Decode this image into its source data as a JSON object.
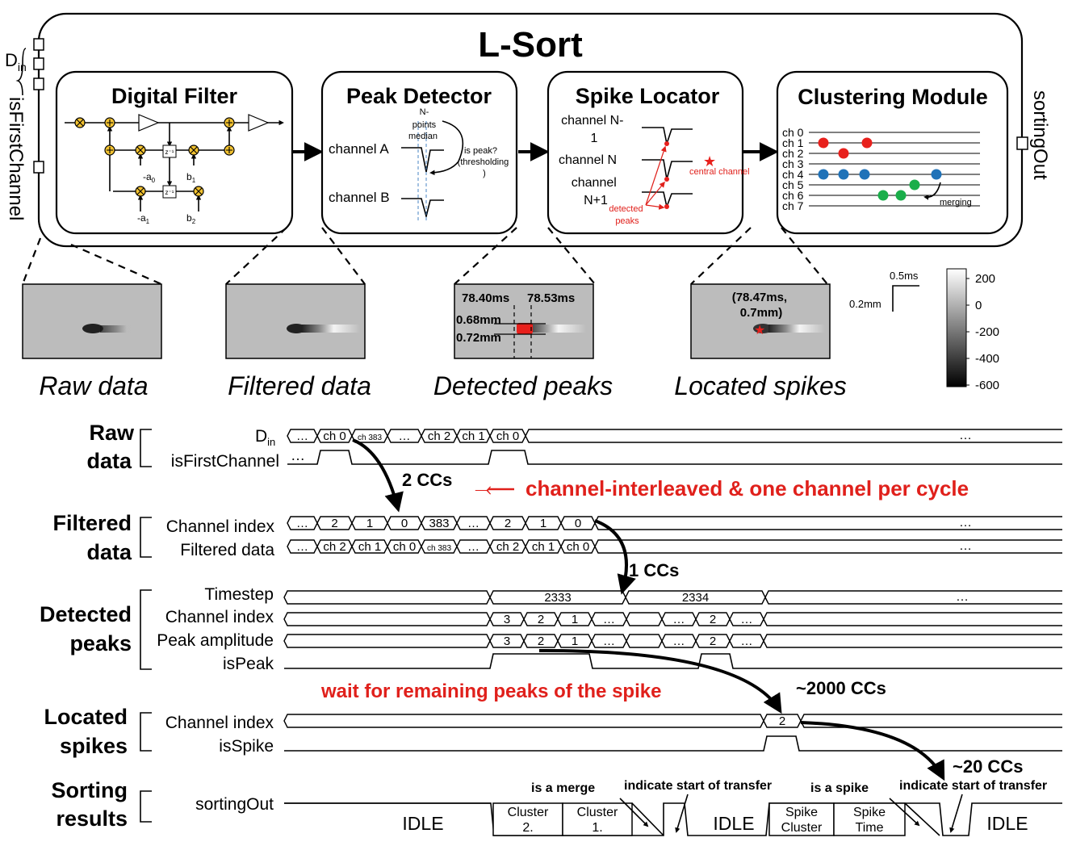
{
  "title": "L-Sort",
  "ports": {
    "din": "D",
    "din_sub": "in",
    "first": "isFirstChannel",
    "out": "sortingOut"
  },
  "modules": {
    "filter": {
      "title": "Digital Filter",
      "coef_a0": "-a",
      "coef_a0_sub": "0",
      "coef_a1": "-a",
      "coef_a1_sub": "1",
      "coef_b1": "b",
      "coef_b1_sub": "1",
      "coef_b2": "b",
      "coef_b2_sub": "2",
      "delay": "z⁻¹"
    },
    "peak": {
      "title": "Peak Detector",
      "chan_a": "channel A",
      "chan_b": "channel B",
      "median_1": "N-",
      "median_2": "points",
      "median_3": "median",
      "ispeak_1": "is peak?",
      "ispeak_2": "(thresholding",
      "ispeak_3": ")"
    },
    "locator": {
      "title": "Spike Locator",
      "chan_nm1_a": "channel N-",
      "chan_nm1_b": "1",
      "chan_n": "channel N",
      "chan_np1_a": "channel",
      "chan_np1_b": "N+1",
      "central": "central channel",
      "detected_1": "detected",
      "detected_2": "peaks"
    },
    "cluster": {
      "title": "Clustering Module",
      "channels": [
        "ch 0",
        "ch 1",
        "ch 2",
        "ch 3",
        "ch 4",
        "ch 5",
        "ch 6",
        "ch 7"
      ],
      "merging": "merging"
    }
  },
  "images": {
    "raw": "Raw data",
    "filtered": "Filtered data",
    "detected": "Detected peaks",
    "located": "Located spikes",
    "det_t1": "78.40ms",
    "det_t2": "78.53ms",
    "det_d1": "0.68mm",
    "det_d2": "0.72mm",
    "loc_1": "(78.47ms,",
    "loc_2": "0.7mm)"
  },
  "scale": {
    "time": "0.5ms",
    "dist": "0.2mm",
    "colorbar_ticks": [
      "200",
      "0",
      "-200",
      "-400",
      "-600"
    ],
    "colorbar_range": [
      -600,
      200
    ]
  },
  "timing": {
    "groups": {
      "raw": [
        "Raw",
        "data"
      ],
      "filtered": [
        "Filtered",
        "data"
      ],
      "detected": [
        "Detected",
        "peaks"
      ],
      "located": [
        "Located",
        "spikes"
      ],
      "sorting": [
        "Sorting",
        "results"
      ]
    },
    "signals": {
      "din": "D",
      "din_sub": "in",
      "isfirst": "isFirstChannel",
      "f_index": "Channel index",
      "f_data": "Filtered data",
      "timestep": "Timestep",
      "d_index": "Channel index",
      "d_amp": "Peak amplitude",
      "ispeak": "isPeak",
      "l_index": "Channel index",
      "isspike": "isSpike",
      "sortingout": "sortingOut"
    },
    "din_cells": [
      "…",
      "ch 0",
      "ch 383",
      "…",
      "ch 2",
      "ch 1",
      "ch 0"
    ],
    "f_index_cells": [
      "…",
      "2",
      "1",
      "0",
      "383",
      "…",
      "2",
      "1",
      "0"
    ],
    "f_data_cells": [
      "…",
      "ch 2",
      "ch 1",
      "ch 0",
      "ch 383",
      "…",
      "ch 2",
      "ch 1",
      "ch 0"
    ],
    "timestep_cells": [
      "2333",
      "2334"
    ],
    "d_index_cells": [
      "3",
      "2",
      "1",
      "…",
      "…",
      "2",
      "…"
    ],
    "d_amp_cells": [
      "3",
      "2",
      "1",
      "…",
      "…",
      "2",
      "…"
    ],
    "l_index_cells": [
      "2"
    ],
    "ellipsis": "…",
    "lat_2": "2 CCs",
    "lat_1": "1 CCs",
    "lat_2000": "~2000 CCs",
    "lat_20": "~20 CCs",
    "interleaved": "channel-interleaved & one channel per cycle",
    "wait": "wait for remaining peaks of the spike",
    "is_merge": "is a merge",
    "start_1": "indicate start of transfer",
    "is_spike": "is a spike",
    "start_2": "indicate start of transfer",
    "idle": "IDLE",
    "cluster2": [
      "Cluster",
      "2."
    ],
    "cluster1": [
      "Cluster",
      "1."
    ],
    "spike_cluster": [
      "Spike",
      "Cluster"
    ],
    "spike_time": [
      "Spike",
      "Time"
    ]
  },
  "colors": {
    "accent_red": "#e0201b",
    "dot_red": "#e8201c",
    "dot_blue": "#1f72b8",
    "dot_green": "#1aae4a",
    "adder_yellow": "#f2c230"
  }
}
